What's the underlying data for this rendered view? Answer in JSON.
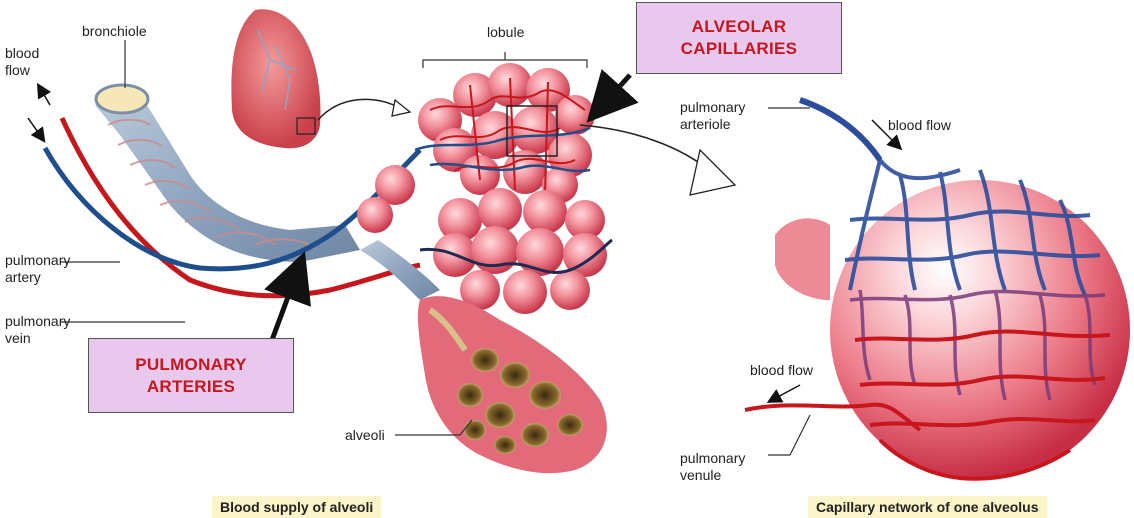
{
  "labels": {
    "bronchiole": "bronchiole",
    "blood_flow_left": "blood\nflow",
    "lobule": "lobule",
    "pulmonary_artery": "pulmonary\nartery",
    "pulmonary_vein": "pulmonary\nvein",
    "alveoli": "alveoli",
    "pulmonary_arteriole": "pulmonary\narteriole",
    "blood_flow_top_right": "blood flow",
    "blood_flow_bottom_right": "blood flow",
    "pulmonary_venule": "pulmonary\nvenule"
  },
  "callouts": {
    "alveolar_capillaries": "ALVEOLAR\nCAPILLARIES",
    "pulmonary_arteries": "PULMONARY\nARTERIES"
  },
  "captions": {
    "left": "Blood supply of alveoli",
    "right": "Capillary network of one alveolus"
  },
  "colors": {
    "artery_blue": "#1f4e8c",
    "vein_red": "#c8161d",
    "alveolus_pink": "#e8687a",
    "bronchiole_blue": "#9fb3c8",
    "callout_bg": "#e8c8ec",
    "callout_text": "#c8161d",
    "caption_bg": "#fbf5c9"
  }
}
